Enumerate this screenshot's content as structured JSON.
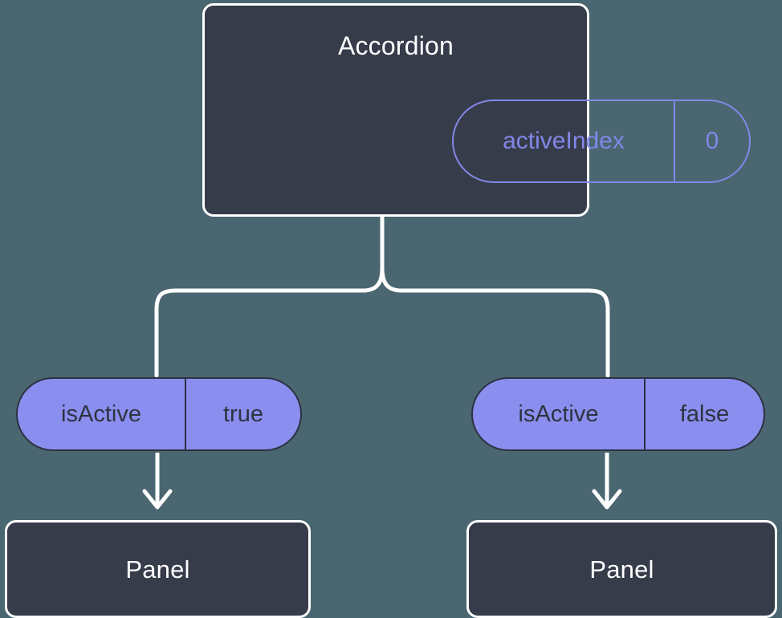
{
  "theme": {
    "background": "#4a6670",
    "node_fill": "#373c4b",
    "node_border": "#ffffff",
    "node_text": "#ffffff",
    "accent_purple": "#8a8eef",
    "accent_purple_outline": "#8287e8",
    "pill_text_dark": "#2e3340",
    "connector": "#ffffff"
  },
  "diagram": {
    "type": "component-state-tree",
    "root": {
      "title": "Accordion",
      "state_pill": {
        "key": "activeIndex",
        "value": "0"
      }
    },
    "branches": [
      {
        "side": "left",
        "prop_pill": {
          "key": "isActive",
          "value": "true"
        },
        "child": {
          "title": "Panel"
        }
      },
      {
        "side": "right",
        "prop_pill": {
          "key": "isActive",
          "value": "false"
        },
        "child": {
          "title": "Panel"
        }
      }
    ]
  }
}
